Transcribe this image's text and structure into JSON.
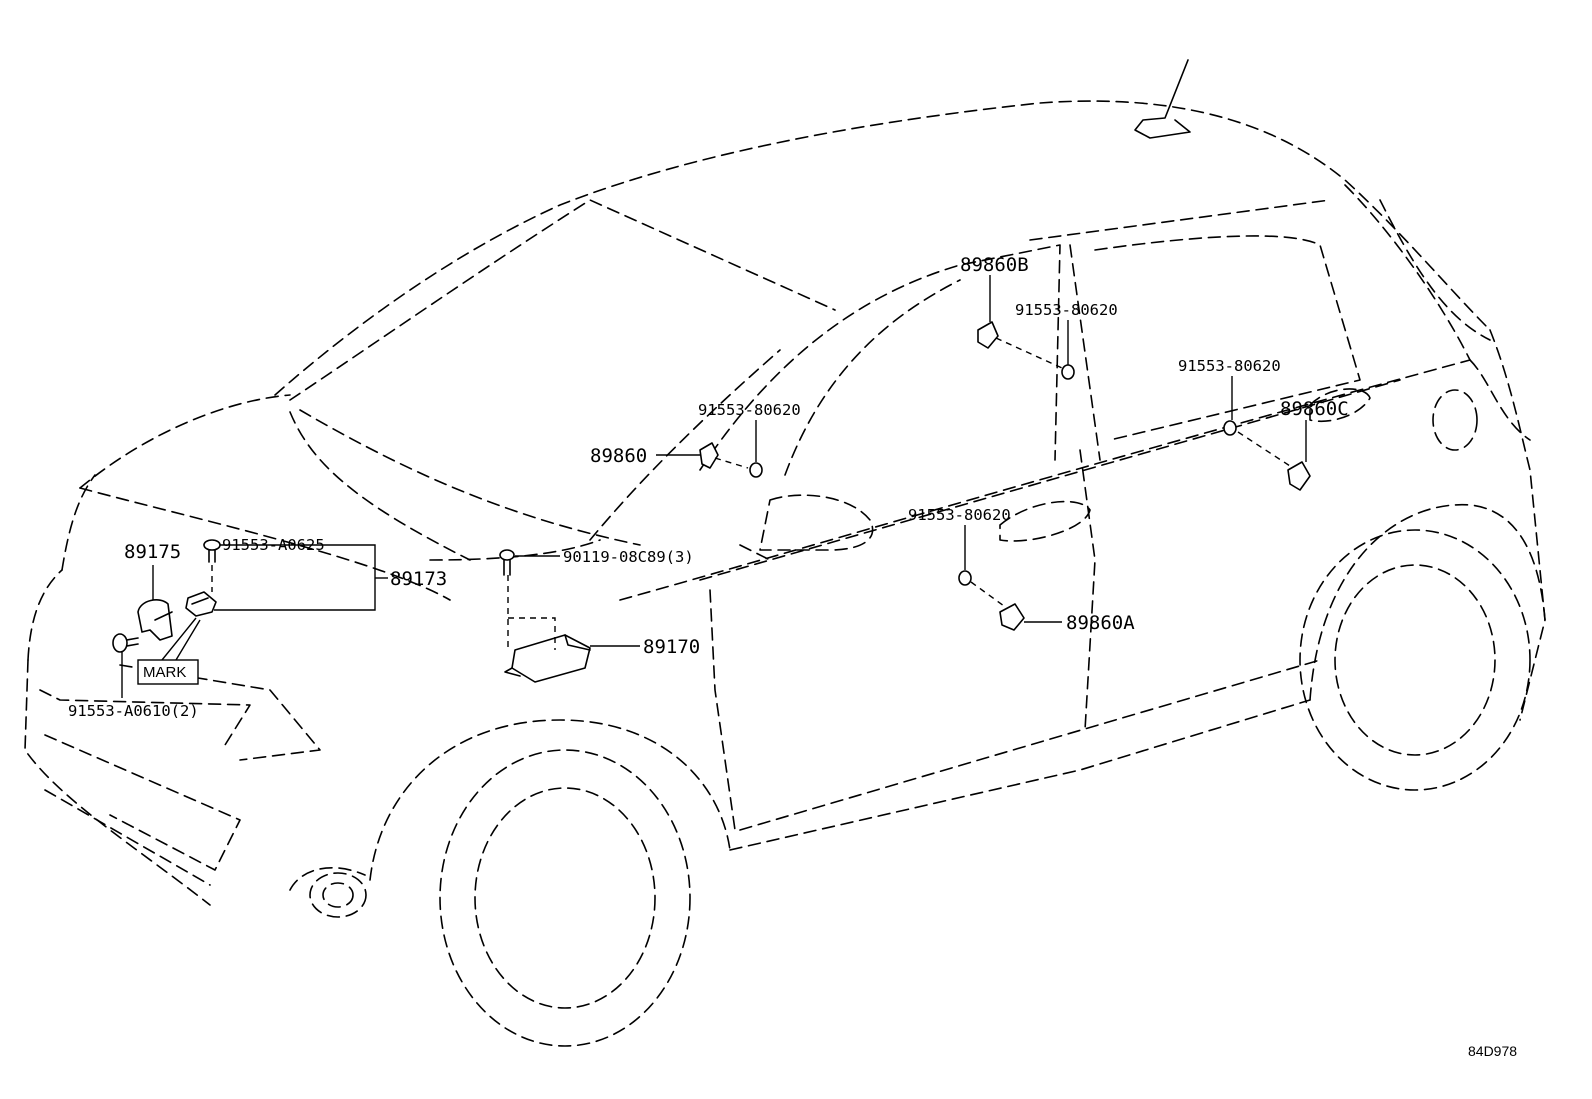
{
  "labels": {
    "p89175": "89175",
    "p91553_A0625": "91553-A0625",
    "p89173": "89173",
    "mark": "MARK",
    "p91553_A0610": "91553-A0610(2)",
    "p90119": "90119-08C89(3)",
    "p89170": "89170",
    "p89860": "89860",
    "p91553_80620_front": "91553-80620",
    "p89860B": "89860B",
    "p91553_80620_pillar": "91553-80620",
    "p91553_80620_rear": "91553-80620",
    "p89860C": "89860C",
    "p91553_80620_door": "91553-80620",
    "p89860A": "89860A",
    "diagram_code": "84D978"
  }
}
